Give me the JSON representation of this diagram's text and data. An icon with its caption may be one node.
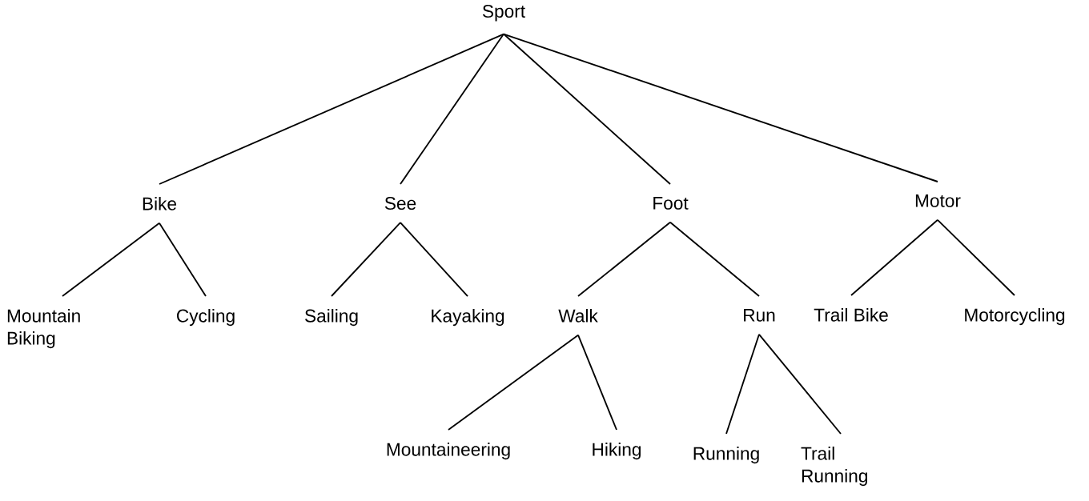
{
  "diagram": {
    "nodes": [
      {
        "text": [
          "Sport"
        ]
      },
      {
        "text": [
          "Bike"
        ]
      },
      {
        "text": [
          "See"
        ]
      },
      {
        "text": [
          "Foot"
        ]
      },
      {
        "text": [
          "Motor"
        ]
      },
      {
        "text": [
          "Mountain Biking"
        ]
      },
      {
        "text": [
          "Cycling"
        ]
      },
      {
        "text": [
          "Sailing"
        ]
      },
      {
        "text": [
          "Kayaking"
        ]
      },
      {
        "text": [
          "Walk"
        ]
      },
      {
        "text": [
          "Run"
        ]
      },
      {
        "text": [
          "Trail Bike"
        ]
      },
      {
        "text": [
          "Motorcycling"
        ]
      },
      {
        "text": [
          "Mountaineering"
        ]
      },
      {
        "text": [
          "Hiking"
        ]
      },
      {
        "text": [
          "Running"
        ]
      },
      {
        "text": [
          "Trail Running"
        ]
      }
    ],
    "edges": [
      {
        "from": 0,
        "to": 1,
        "arrow": "none"
      },
      {
        "from": 0,
        "to": 2,
        "arrow": "none"
      },
      {
        "from": 0,
        "to": 3,
        "arrow": "none"
      },
      {
        "from": 0,
        "to": 4,
        "arrow": "none"
      },
      {
        "from": 1,
        "to": 5,
        "arrow": "none"
      },
      {
        "from": 1,
        "to": 6,
        "arrow": "none"
      },
      {
        "from": 2,
        "to": 7,
        "arrow": "none"
      },
      {
        "from": 2,
        "to": 8,
        "arrow": "none"
      },
      {
        "from": 3,
        "to": 9,
        "arrow": "none"
      },
      {
        "from": 3,
        "to": 10,
        "arrow": "none"
      },
      {
        "from": 4,
        "to": 11,
        "arrow": "none"
      },
      {
        "from": 4,
        "to": 12,
        "arrow": "none"
      },
      {
        "from": 9,
        "to": 13,
        "arrow": "none"
      },
      {
        "from": 9,
        "to": 14,
        "arrow": "none"
      },
      {
        "from": 10,
        "to": 15,
        "arrow": "none"
      },
      {
        "from": 10,
        "to": 16,
        "arrow": "none"
      }
    ]
  }
}
